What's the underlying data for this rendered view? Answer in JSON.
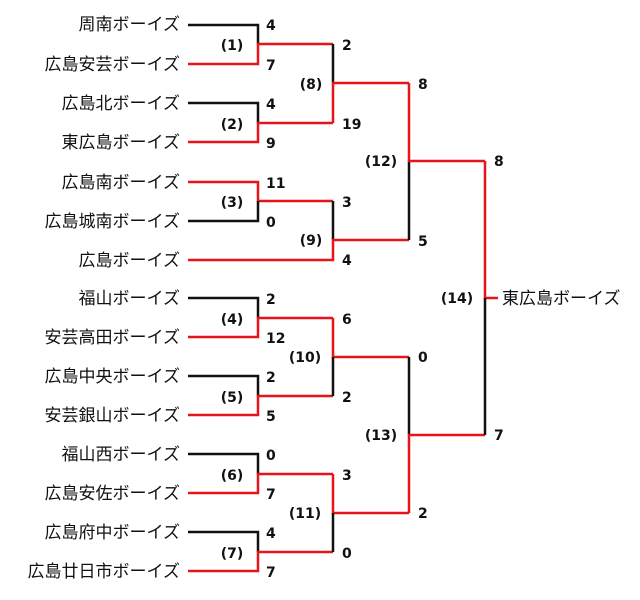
{
  "teams": [
    "周南ボーイズ",
    "広島安芸ボーイズ",
    "広島北ボーイズ",
    "東広島ボーイズ",
    "広島南ボーイズ",
    "広島城南ボーイズ",
    "広島ボーイズ",
    "福山ボーイズ",
    "安芸高田ボーイズ",
    "広島中央ボーイズ",
    "安芸銀山ボーイズ",
    "福山西ボーイズ",
    "広島安佐ボーイズ",
    "広島府中ボーイズ",
    "広島廿日市ボーイズ"
  ],
  "champion": "東広島ボーイズ",
  "matches": {
    "1": {
      "label": "(1)",
      "scores": [
        "4",
        "7"
      ]
    },
    "2": {
      "label": "(2)",
      "scores": [
        "4",
        "9"
      ]
    },
    "3": {
      "label": "(3)",
      "scores": [
        "11",
        "0"
      ]
    },
    "4": {
      "label": "(4)",
      "scores": [
        "2",
        "12"
      ]
    },
    "5": {
      "label": "(5)",
      "scores": [
        "2",
        "5"
      ]
    },
    "6": {
      "label": "(6)",
      "scores": [
        "0",
        "7"
      ]
    },
    "7": {
      "label": "(7)",
      "scores": [
        "4",
        "7"
      ]
    },
    "8": {
      "label": "(8)",
      "scores": [
        "2",
        "19"
      ]
    },
    "9": {
      "label": "(9)",
      "scores": [
        "3",
        "4"
      ]
    },
    "10": {
      "label": "(10)",
      "scores": [
        "6",
        "2"
      ]
    },
    "11": {
      "label": "(11)",
      "scores": [
        "3",
        "0"
      ]
    },
    "12": {
      "label": "(12)",
      "scores": [
        "8",
        "5"
      ]
    },
    "13": {
      "label": "(13)",
      "scores": [
        "0",
        "2"
      ]
    },
    "14": {
      "label": "(14)",
      "scores": [
        "8",
        "7"
      ]
    }
  },
  "colors": {
    "winner_path": "#e8141b",
    "loser_path": "#111111"
  }
}
